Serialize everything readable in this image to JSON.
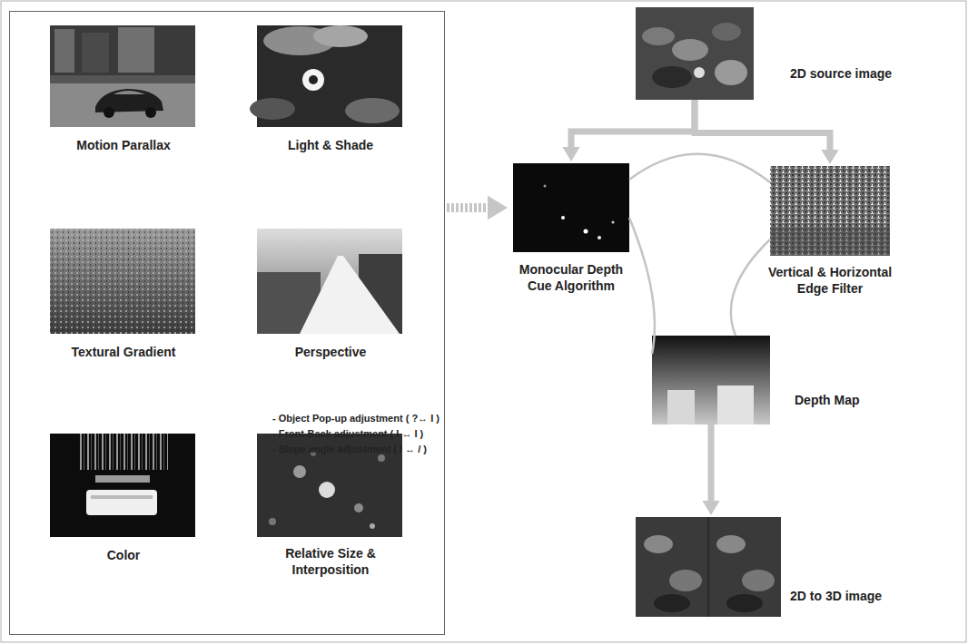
{
  "diagram": {
    "nodes": [
      {
        "text": []
      },
      {
        "text": [
          "Motion Parallax"
        ],
        "in": 0
      },
      {
        "text": [
          "Light & Shade"
        ],
        "in": 0
      },
      {
        "text": [
          "Textural Gradient"
        ],
        "in": 0
      },
      {
        "text": [
          "Perspective"
        ],
        "in": 0
      },
      {
        "text": [
          "Color"
        ],
        "in": 0
      },
      {
        "text": [
          "Relative Size & Interposition"
        ],
        "in": 0
      },
      {
        "text": [
          "2D source image"
        ]
      },
      {
        "text": [
          "Monocular Depth Cue Algorithm"
        ]
      },
      {
        "text": [
          "Vertical & Horizontal Edge Filter"
        ]
      },
      {
        "text": [
          "Depth Map"
        ]
      },
      {
        "text": [
          "2D to 3D image"
        ]
      }
    ],
    "edges": [
      {
        "from": 0,
        "to": 8,
        "arrow": "to"
      },
      {
        "from": 7,
        "to": 8,
        "arrow": "to"
      },
      {
        "from": 7,
        "to": 9,
        "arrow": "to"
      },
      {
        "from": 8,
        "to": 9,
        "arrow": "none"
      },
      {
        "from": 9,
        "to": 10,
        "arrow": "none"
      },
      {
        "from": 10,
        "to": 8,
        "arrow": "none"
      },
      {
        "from": 10,
        "to": 11,
        "arrow": "to"
      }
    ],
    "labels": [
      "- Object Pop-up adjustment ( ?↔ I )",
      "- Front-Back adjustment ( I ↔ I )",
      "- Slope angle adjustment ( I ↔ / )"
    ]
  }
}
